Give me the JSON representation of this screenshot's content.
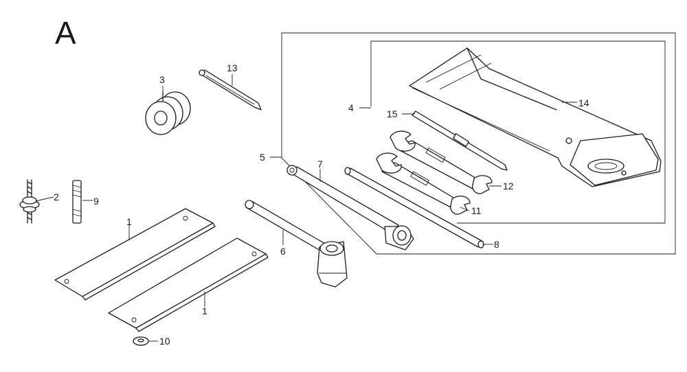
{
  "diagram": {
    "section_letter": "A",
    "callouts": {
      "c1a": "1",
      "c1b": "1",
      "c2": "2",
      "c3": "3",
      "c4": "4",
      "c5": "5",
      "c6": "6",
      "c7": "7",
      "c8": "8",
      "c9": "9",
      "c10": "10",
      "c11": "11",
      "c12": "12",
      "c13": "13",
      "c14": "14",
      "c15": "15"
    }
  }
}
